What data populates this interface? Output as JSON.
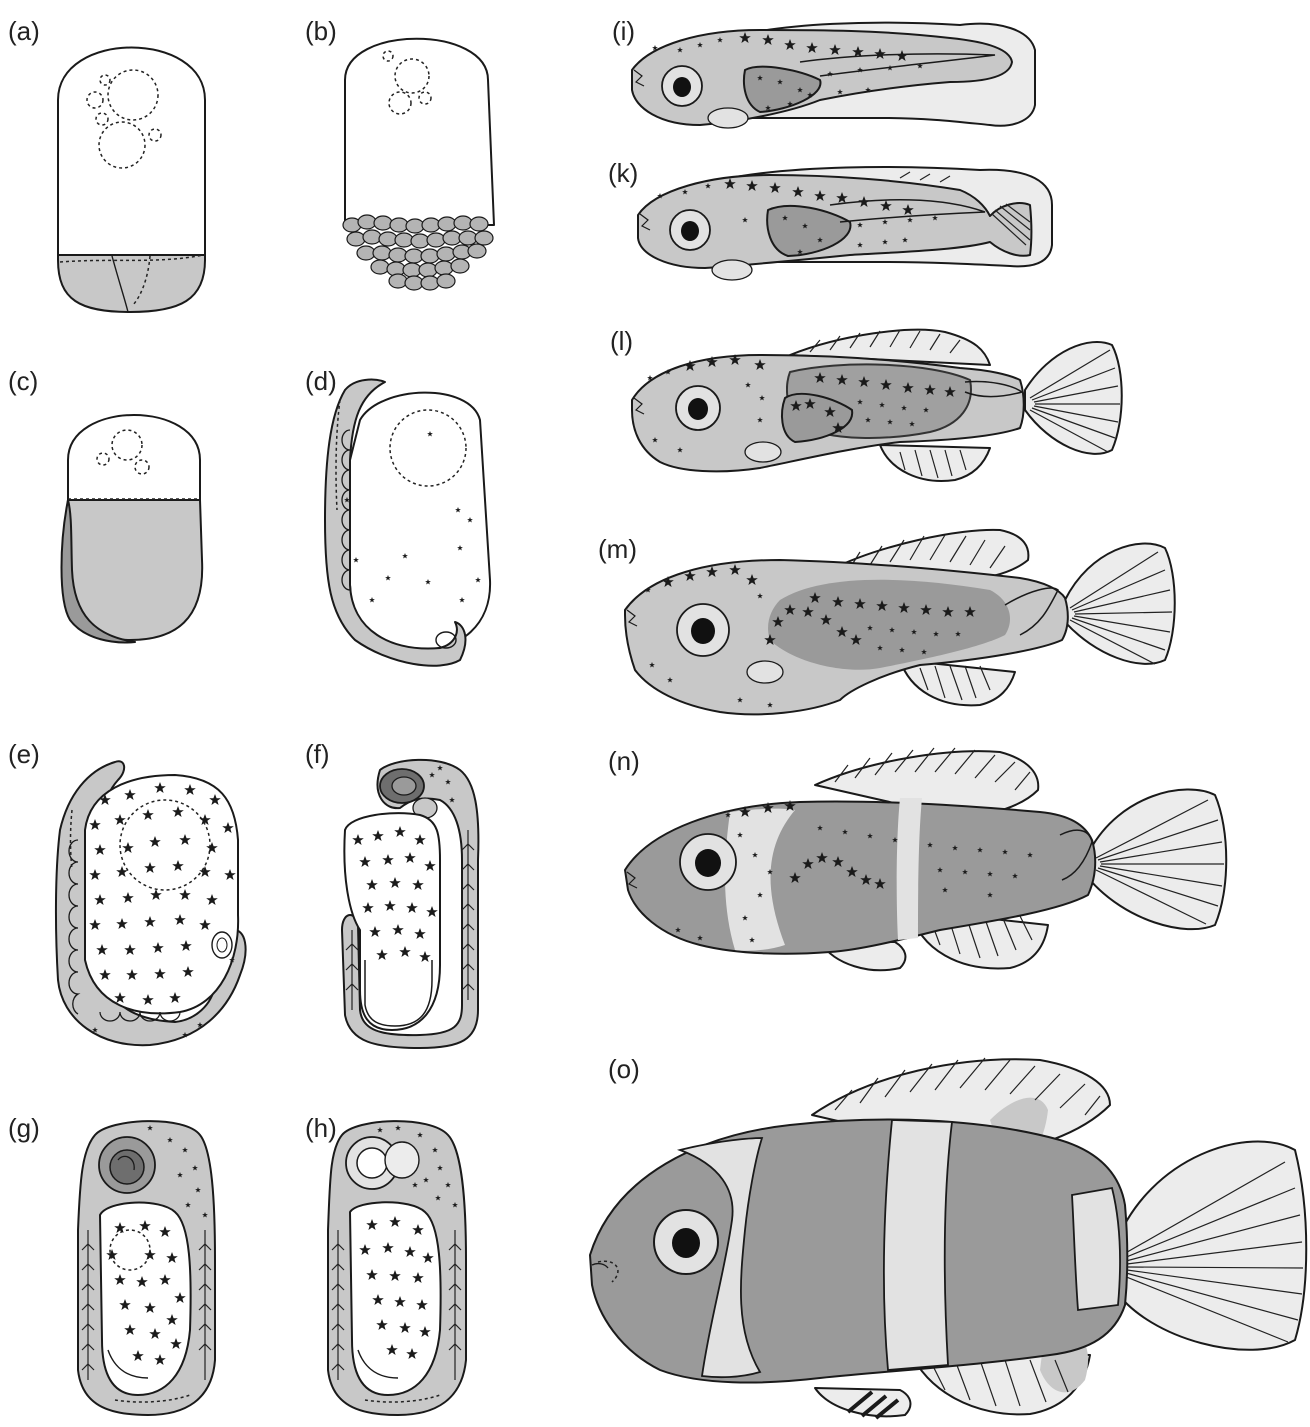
{
  "panels": [
    {
      "id": "a",
      "label": "(a)"
    },
    {
      "id": "b",
      "label": "(b)"
    },
    {
      "id": "c",
      "label": "(c)"
    },
    {
      "id": "d",
      "label": "(d)"
    },
    {
      "id": "e",
      "label": "(e)"
    },
    {
      "id": "f",
      "label": "(f)"
    },
    {
      "id": "g",
      "label": "(g)"
    },
    {
      "id": "h",
      "label": "(h)"
    },
    {
      "id": "i",
      "label": "(i)"
    },
    {
      "id": "k",
      "label": "(k)"
    },
    {
      "id": "l",
      "label": "(l)"
    },
    {
      "id": "m",
      "label": "(m)"
    },
    {
      "id": "n",
      "label": "(n)"
    },
    {
      "id": "o",
      "label": "(o)"
    }
  ],
  "colors": {
    "outline": "#1a1a1a",
    "light_grey": "#c8c8c8",
    "mid_grey": "#9a9a9a",
    "dark_grey": "#6e6e6e",
    "pale": "#e2e2e2",
    "fin": "#ececec",
    "melanophore": "#1a1a1a",
    "background": "#ffffff"
  }
}
